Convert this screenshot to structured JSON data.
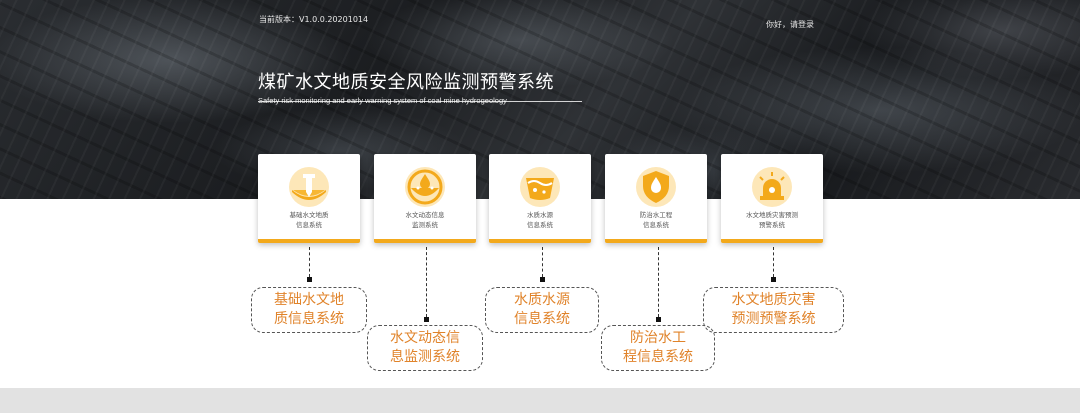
{
  "header": {
    "version": "当前版本：V1.0.0.20201014",
    "greeting": "你好，请登录"
  },
  "title": {
    "cn": "煤矿水文地质安全风险监测预警系统",
    "en": "Safety risk monitoring and early warning system of coal mine hydrogeology"
  },
  "colors": {
    "accent": "#f3a91b",
    "callout_text": "#e0832a"
  },
  "modules": [
    {
      "icon": "drill-icon",
      "line1": "基础水文地质",
      "line2": "信息系统"
    },
    {
      "icon": "water-drop-bowl-icon",
      "line1": "水文动态信息",
      "line2": "监测系统"
    },
    {
      "icon": "water-basin-icon",
      "line1": "水质水源",
      "line2": "信息系统"
    },
    {
      "icon": "shield-drop-icon",
      "line1": "防治水工程",
      "line2": "信息系统"
    },
    {
      "icon": "alarm-siren-icon",
      "line1": "水文地质灾害预测",
      "line2": "预警系统"
    }
  ],
  "callouts": [
    {
      "line1": "基础水文地",
      "line2": "质信息系统"
    },
    {
      "line1": "水文动态信",
      "line2": "息监测系统"
    },
    {
      "line1": "水质水源",
      "line2": "信息系统"
    },
    {
      "line1": "防治水工",
      "line2": "程信息系统"
    },
    {
      "line1": "水文地质灾害",
      "line2": "预测预警系统"
    }
  ]
}
